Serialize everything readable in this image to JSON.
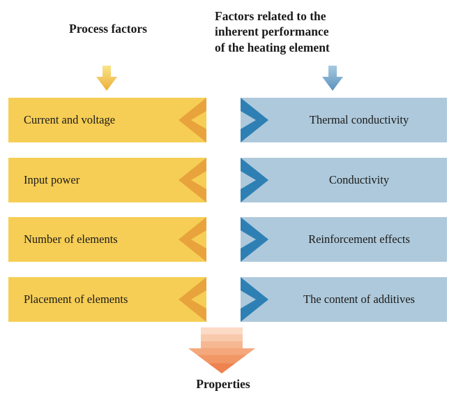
{
  "diagram": {
    "left": {
      "heading": "Process factors",
      "items": [
        "Current and voltage",
        "Input power",
        "Number of elements",
        "Placement of elements"
      ]
    },
    "right": {
      "heading": "Factors related to the\ninherent performance\nof the heating element",
      "items": [
        "Thermal conductivity",
        "Conductivity",
        "Reinforcement effects",
        "The content of additives"
      ]
    },
    "bottom_label": "Properties",
    "colors": {
      "yellow_box": "#F6CE55",
      "yellow_chevron": "#E9A33C",
      "yellow_arrow_top": "#FAE488",
      "yellow_arrow_bottom": "#ECAF3B",
      "blue_box": "#AEC9DB",
      "blue_chevron": "#2E80B4",
      "blue_arrow_top": "#A8CBE0",
      "blue_arrow_bottom": "#5A91BD",
      "orange_arrow_top": "#FBDAC6",
      "orange_arrow_bottom": "#EE8350",
      "text": "#1a1a1a",
      "background": "#ffffff"
    }
  }
}
